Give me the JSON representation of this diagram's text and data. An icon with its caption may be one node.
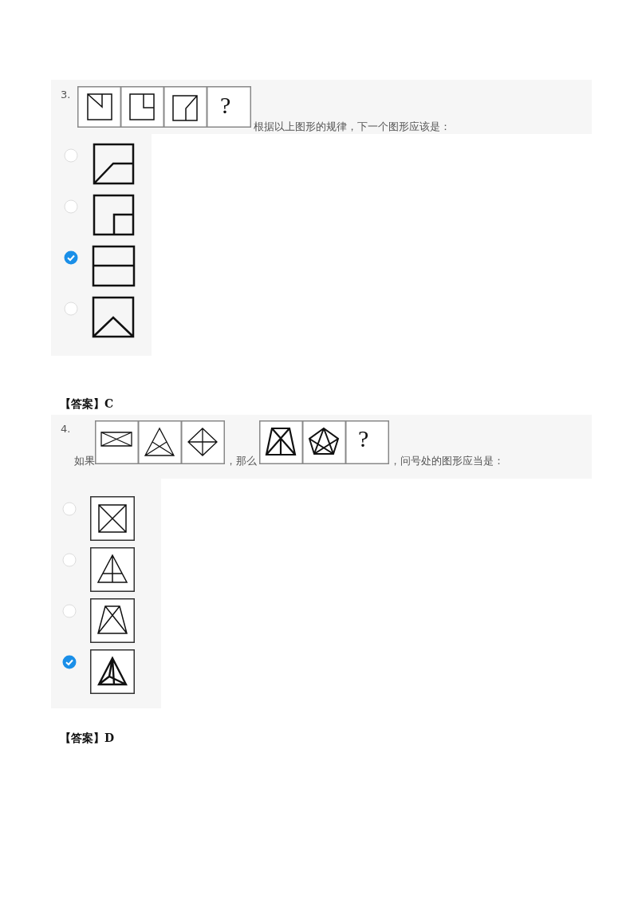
{
  "diagram": {
    "labels": [
      "3.",
      "?",
      "根据以上图形的规律，下一个图形应该是：",
      "【答案】C",
      "4.",
      "如果",
      "，那么",
      "?",
      "，问号处的图形应当是：",
      "【答案】D"
    ]
  }
}
